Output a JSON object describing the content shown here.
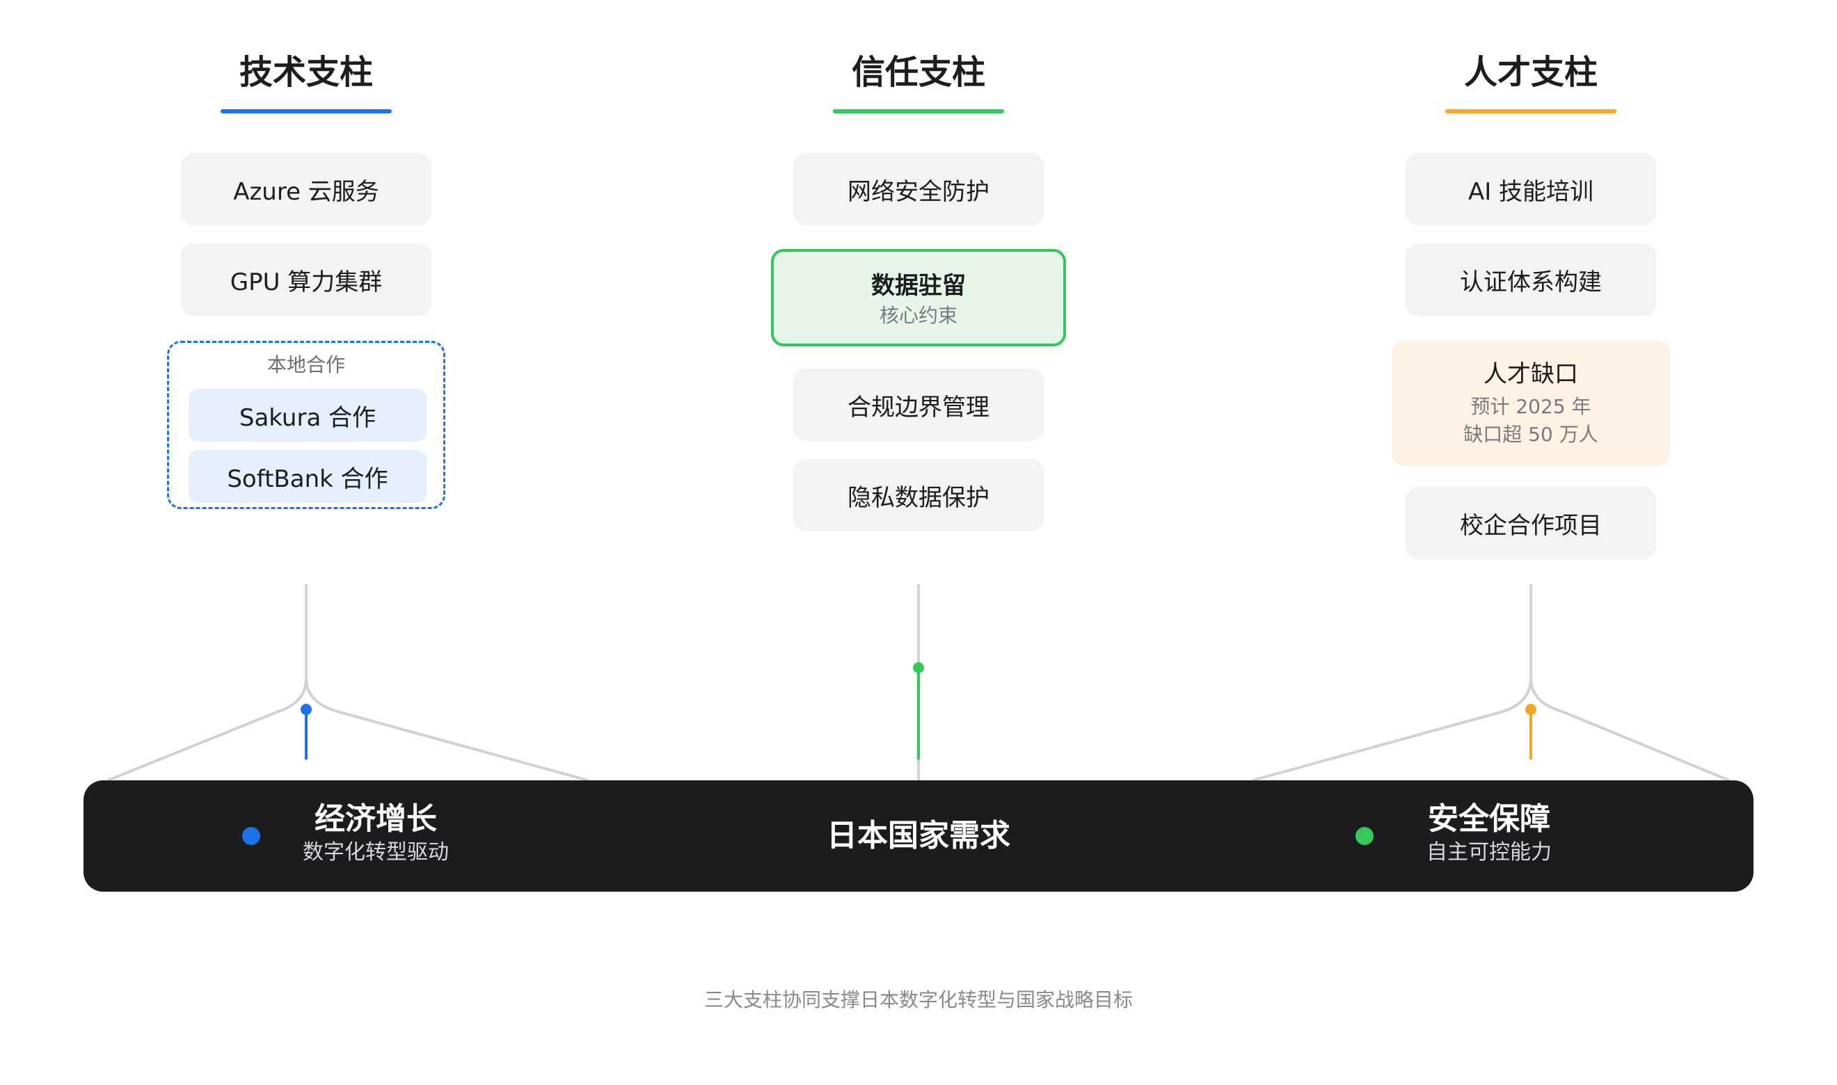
{
  "columns": {
    "tech": {
      "title": "技术支柱",
      "color": "#1a73e8",
      "items": [
        "Azure 云服务",
        "GPU 算力集群"
      ],
      "group": {
        "label": "本地合作",
        "items": [
          "Sakura 合作",
          "SoftBank 合作"
        ]
      }
    },
    "trust": {
      "title": "信任支柱",
      "color": "#34c759",
      "item1": "网络安全防护",
      "highlight": {
        "title": "数据驻留",
        "sub": "核心约束"
      },
      "item3": "合规边界管理",
      "item4": "隐私数据保护"
    },
    "talent": {
      "title": "人才支柱",
      "color": "#f5a623",
      "item1": "AI 技能培训",
      "item2": "认证体系构建",
      "gap": {
        "title": "人才缺口",
        "line1": "预计 2025 年",
        "line2": "缺口超 50 万人"
      },
      "item4": "校企合作项目"
    }
  },
  "bar": {
    "left": {
      "title": "经济增长",
      "sub": "数字化转型驱动",
      "dot_color": "#1a73e8"
    },
    "center": {
      "title": "日本国家需求"
    },
    "right": {
      "title": "安全保障",
      "sub": "自主可控能力",
      "dot_color": "#34c759"
    }
  },
  "caption": "三大支柱协同支撑日本数字化转型与国家战略目标"
}
